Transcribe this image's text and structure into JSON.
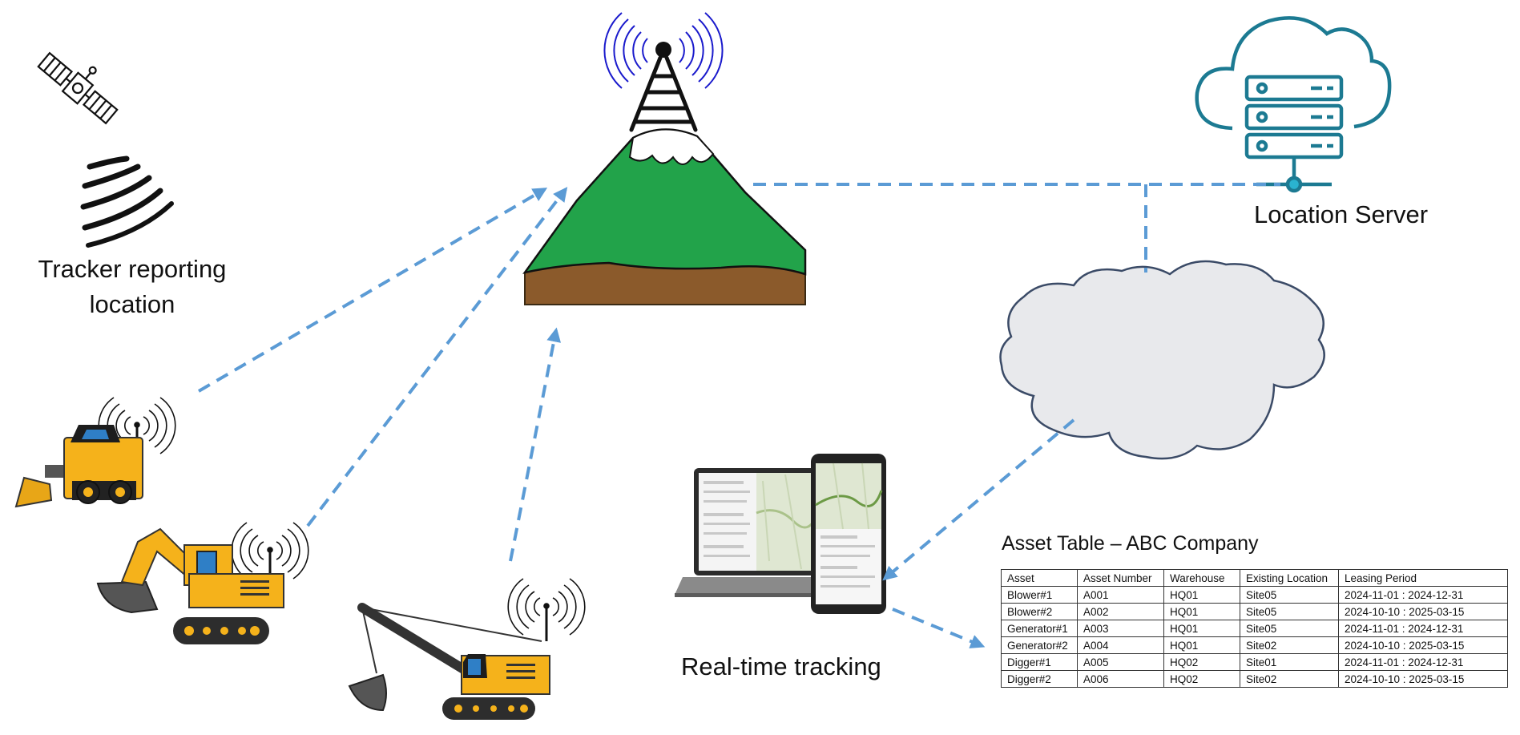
{
  "labels": {
    "tracker": "Tracker reporting location",
    "server": "Location Server",
    "tracking": "Real-time tracking"
  },
  "asset_table": {
    "title": "Asset Table – ABC Company",
    "headers": [
      "Asset",
      "Asset Number",
      "Warehouse",
      "Existing Location",
      "Leasing Period"
    ],
    "rows": [
      [
        "Blower#1",
        "A001",
        "HQ01",
        "Site05",
        "2024-11-01 : 2024-12-31"
      ],
      [
        "Blower#2",
        "A002",
        "HQ01",
        "Site05",
        "2024-10-10 : 2025-03-15"
      ],
      [
        "Generator#1",
        "A003",
        "HQ01",
        "Site05",
        "2024-11-01 : 2024-12-31"
      ],
      [
        "Generator#2",
        "A004",
        "HQ01",
        "Site02",
        "2024-10-10 : 2025-03-15"
      ],
      [
        "Digger#1",
        "A005",
        "HQ02",
        "Site01",
        "2024-11-01 : 2024-12-31"
      ],
      [
        "Digger#2",
        "A006",
        "HQ02",
        "Site02",
        "2024-10-10 : 2025-03-15"
      ]
    ]
  },
  "icons": [
    "satellite-icon",
    "signal-waves-icon",
    "radio-tower-icon",
    "mountain-icon",
    "cloud-server-icon",
    "internet-cloud-icon",
    "laptop-icon",
    "smartphone-icon",
    "skid-steer-loader-icon",
    "excavator-icon",
    "dragline-crane-icon",
    "antenna-icon"
  ],
  "colors": {
    "arrow": "#5B9BD5",
    "cloud_server": "#1C7A92",
    "tower_waves": "#1a1acc",
    "mountain_green": "#22A34A",
    "mountain_brown": "#8B5A2B",
    "machine_yellow": "#F5B21B",
    "internet_cloud": "#E8E9EC"
  }
}
